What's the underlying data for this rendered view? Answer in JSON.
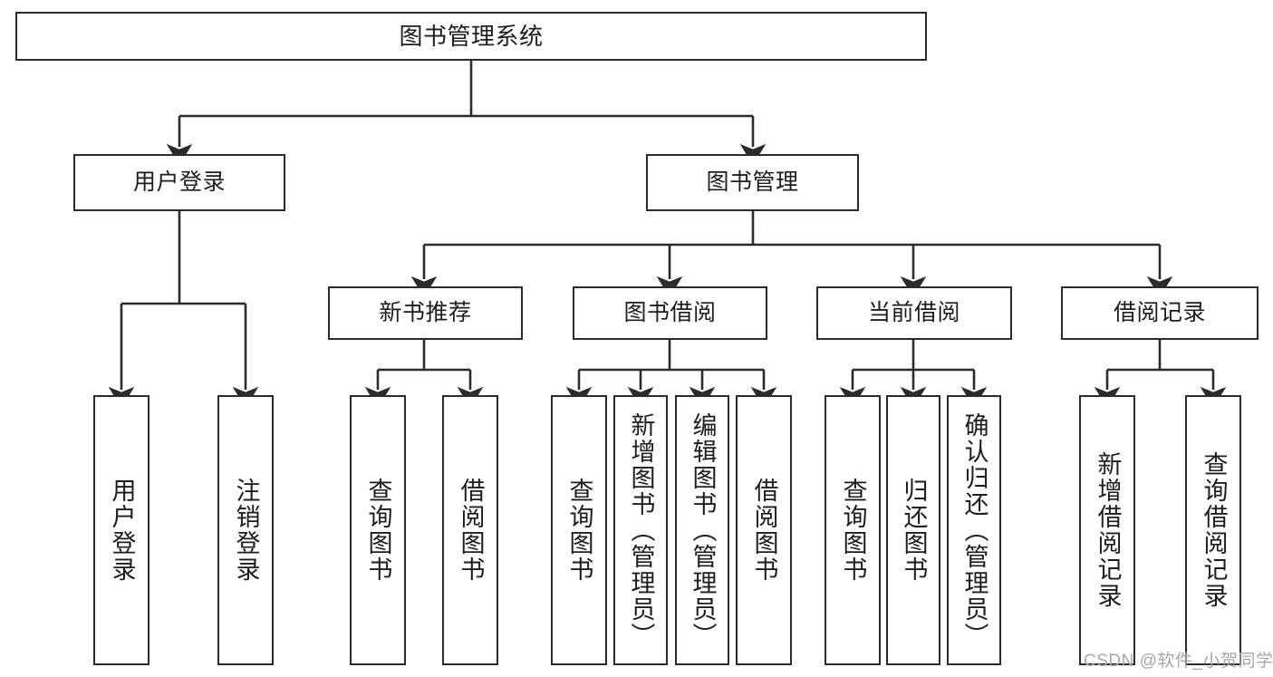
{
  "diagram": {
    "type": "tree-hierarchy-chart",
    "title": "图书管理系统",
    "colors": {
      "node_border": "#2b2b2b",
      "node_fill": "#ffffff",
      "connector": "#2b2b2b",
      "text": "#1d1d1d",
      "watermark": "#a8a8a8"
    },
    "root": {
      "label": "图书管理系统"
    },
    "level2": [
      {
        "label": "用户登录"
      },
      {
        "label": "图书管理"
      }
    ],
    "level3": [
      {
        "label": "新书推荐"
      },
      {
        "label": "图书借阅"
      },
      {
        "label": "当前借阅"
      },
      {
        "label": "借阅记录"
      }
    ],
    "leaves": {
      "user_login": [
        {
          "label": "用户登录"
        },
        {
          "label": "注销登录"
        }
      ],
      "new_book_recommend": [
        {
          "label": "查询图书"
        },
        {
          "label": "借阅图书"
        }
      ],
      "book_borrow": [
        {
          "label": "查询图书"
        },
        {
          "label": "新增图书（管理员）"
        },
        {
          "label": "编辑图书（管理员）"
        },
        {
          "label": "借阅图书"
        }
      ],
      "current_borrow": [
        {
          "label": "查询图书"
        },
        {
          "label": "归还图书"
        },
        {
          "label": "确认归还（管理员）"
        }
      ],
      "borrow_record": [
        {
          "label": "新增借阅记录"
        },
        {
          "label": "查询借阅记录"
        }
      ]
    },
    "watermark": "CSDN @软件_小贺同学"
  }
}
